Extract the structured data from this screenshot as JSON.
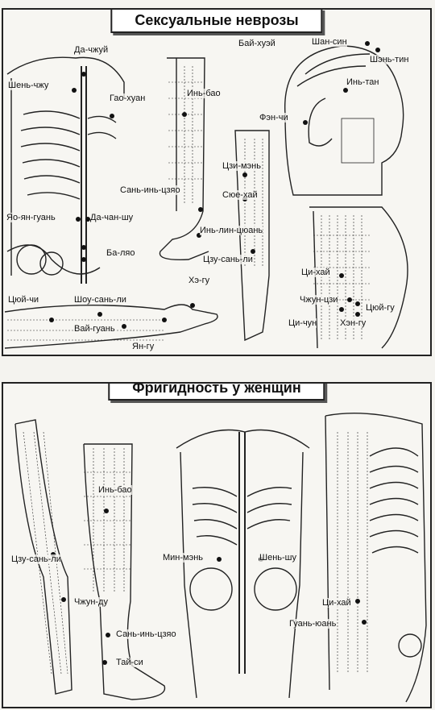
{
  "sections": [
    {
      "title": "Сексуальные неврозы",
      "labels": [
        "Да-чжуй",
        "Шень-чжу",
        "Гао-хуан",
        "Инь-бао",
        "Бай-хуэй",
        "Шан-син",
        "Шэнь-тин",
        "Инь-тан",
        "Фэн-чи",
        "Цзи-мэнь",
        "Сань-инь-цзяо",
        "Сюе-хай",
        "Яо-ян-гуань",
        "Да-чан-шу",
        "Инь-лин-цюань",
        "Ба-ляо",
        "Цзу-сань-ли",
        "Хэ-гу",
        "Ци-хай",
        "Чжун-цзи",
        "Цюй-гу",
        "Цюй-чи",
        "Шоу-сань-ли",
        "Ци-чун",
        "Хэн-гу",
        "Вай-гуань",
        "Ян-гу"
      ]
    },
    {
      "title": "Фригидность у женщин",
      "labels": [
        "Инь-бао",
        "Мин-мэнь",
        "Шень-шу",
        "Цзу-сань-ли",
        "Чжун-ду",
        "Ци-хай",
        "Гуань-юань",
        "Сань-инь-цзяо",
        "Тай-си"
      ]
    }
  ]
}
